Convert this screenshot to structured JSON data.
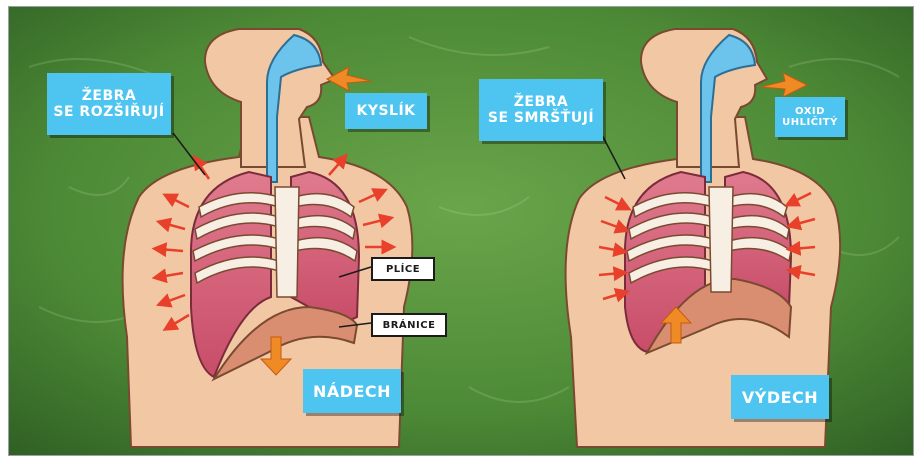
{
  "left_panel": {
    "ribs_label": [
      "ŽEBRA",
      "SE ROZŠIŘUJÍ"
    ],
    "gas_label": "KYSLÍK",
    "lungs_label": "PLÍCE",
    "diaphragm_label": "BRÁNICE",
    "phase_label": "NÁDECH"
  },
  "right_panel": {
    "ribs_label": [
      "ŽEBRA",
      "SE SMRŠŤUJÍ"
    ],
    "gas_label": [
      "OXID",
      "UHLIČITÝ"
    ],
    "phase_label": "VÝDECH"
  },
  "colors": {
    "background": "#4f8a3a",
    "skin": "#f2c7a4",
    "airway": "#6cc3ec",
    "lungs": "#d9627a",
    "diaphragm": "#d98e72",
    "arrow_red": "#e8402a",
    "arrow_orange": "#f08a24",
    "label_bg": "#4ec4f0"
  }
}
